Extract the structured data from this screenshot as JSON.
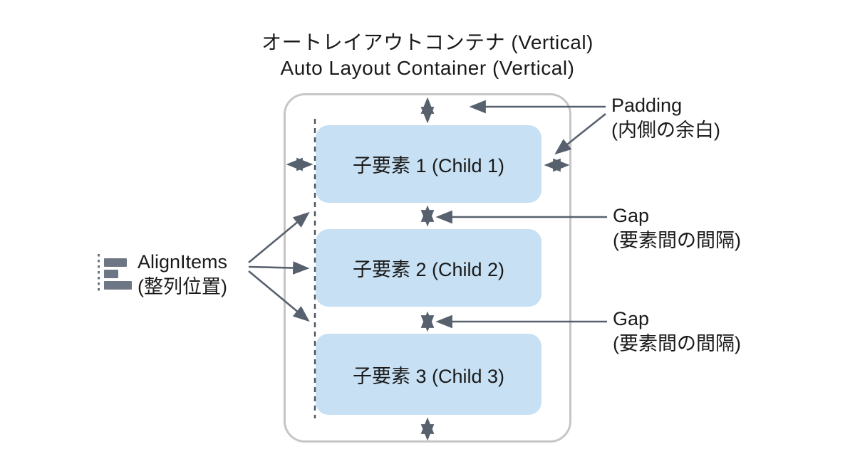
{
  "title": {
    "ja": "オートレイアウトコンテナ (Vertical)",
    "en": "Auto Layout Container (Vertical)"
  },
  "container": {
    "children": [
      {
        "label": "子要素 1 (Child 1)"
      },
      {
        "label": "子要素 2 (Child 2)"
      },
      {
        "label": "子要素 3 (Child 3)"
      }
    ]
  },
  "annotations": {
    "padding": {
      "title": "Padding",
      "subtitle": "(内側の余白)"
    },
    "gap1": {
      "title": "Gap",
      "subtitle": "(要素間の間隔)"
    },
    "gap2": {
      "title": "Gap",
      "subtitle": "(要素間の間隔)"
    },
    "align_items": {
      "title": "AlignItems",
      "subtitle": "(整列位置)",
      "icon": "align-left-icon"
    }
  },
  "colors": {
    "child_fill": "#c7e0f3",
    "container_border": "#c6c6c6",
    "arrow": "#57616e",
    "dashed_line": "#49545f",
    "icon_gray": "#6d7685",
    "text": "#1a1a1a",
    "background": "#ffffff"
  }
}
